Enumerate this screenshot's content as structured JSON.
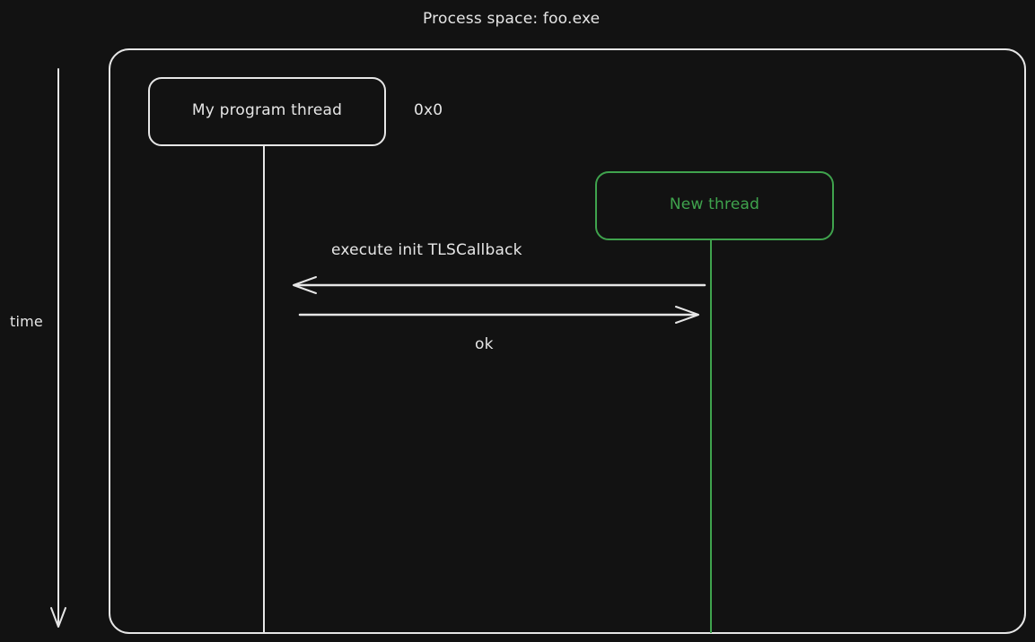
{
  "diagram": {
    "title": "Process space: foo.exe",
    "time_label": "time",
    "main_thread_label": "My program thread",
    "address_label": "0x0",
    "new_thread_label": "New thread",
    "message_call": "execute init TLSCallback",
    "message_reply": "ok"
  },
  "colors": {
    "background": "#121212",
    "stroke": "#e6e6e6",
    "new_thread": "#3fa34d"
  }
}
